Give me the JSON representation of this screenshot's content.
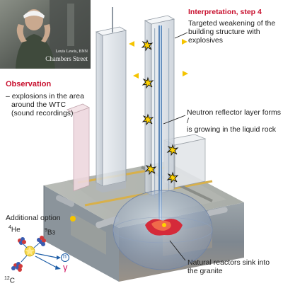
{
  "photo": {
    "caption_name": "Louis Lewis, BNN",
    "caption_place": "Chambers Street"
  },
  "observation": {
    "heading": "Observation",
    "line1": "– explosions in the area",
    "line2": "around the WTC",
    "line3": "(sound recordings)"
  },
  "interpretation": {
    "heading": "Interpretation, step 4",
    "line1": "Targeted weakening of the",
    "line2": "building structure with explosives"
  },
  "neutron": {
    "line1": "Neutron reflector layer forms /",
    "line2": "is growing in the liquid rock"
  },
  "additional": {
    "label": "Additional option"
  },
  "reaction": {
    "he4_mass": "4",
    "he4_symbol": "He",
    "b9_mass": "9",
    "b9_symbol": "B",
    "b9_sub": "3",
    "c12_mass": "12",
    "c12_symbol": "C",
    "neutron_symbol": "n",
    "gamma_symbol": "γ"
  },
  "reactors": {
    "line1": "Natural reactors sink into",
    "line2": "the granite"
  },
  "colors": {
    "heading_red": "#c8102e",
    "option_dot": "#f5c400",
    "arrow_blue": "#1f5fa8",
    "gamma_red": "#d01060"
  }
}
